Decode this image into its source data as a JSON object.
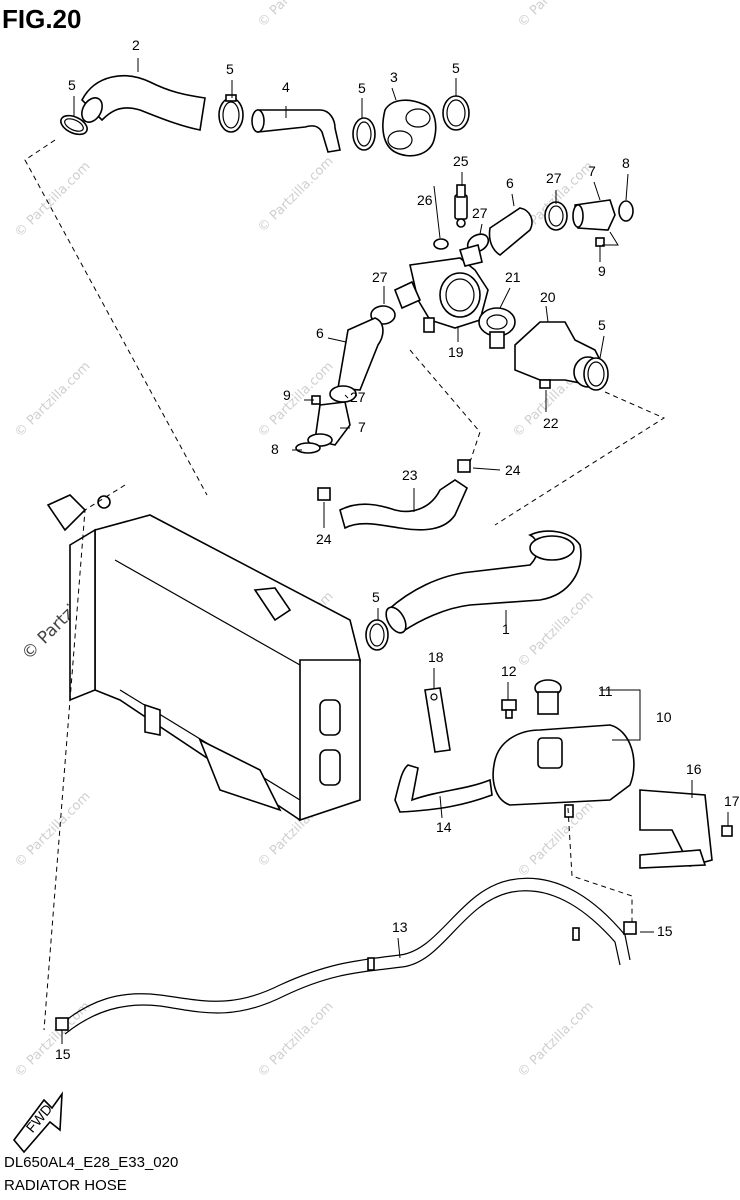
{
  "figure": {
    "title": "FIG.20",
    "code": "DL650AL4_E28_E33_020",
    "caption": "RADIATOR HOSE",
    "fwd_label": "FWD"
  },
  "watermark": {
    "text": "© Partzilla.com",
    "main_text": "© Partzilla.com"
  },
  "callouts": {
    "c1": "1",
    "c2": "2",
    "c3": "3",
    "c4": "4",
    "c5a": "5",
    "c5b": "5",
    "c5c": "5",
    "c5d": "5",
    "c5e": "5",
    "c5f": "5",
    "c6a": "6",
    "c6b": "6",
    "c7a": "7",
    "c7b": "7",
    "c8a": "8",
    "c8b": "8",
    "c9a": "9",
    "c9b": "9",
    "c10": "10",
    "c11": "11",
    "c12": "12",
    "c13": "13",
    "c14": "14",
    "c15a": "15",
    "c15b": "15",
    "c16": "16",
    "c17": "17",
    "c18": "18",
    "c19": "19",
    "c20": "20",
    "c21": "21",
    "c22": "22",
    "c23": "23",
    "c24a": "24",
    "c24b": "24",
    "c25": "25",
    "c26": "26",
    "c27a": "27",
    "c27b": "27",
    "c27c": "27",
    "c27d": "27"
  }
}
